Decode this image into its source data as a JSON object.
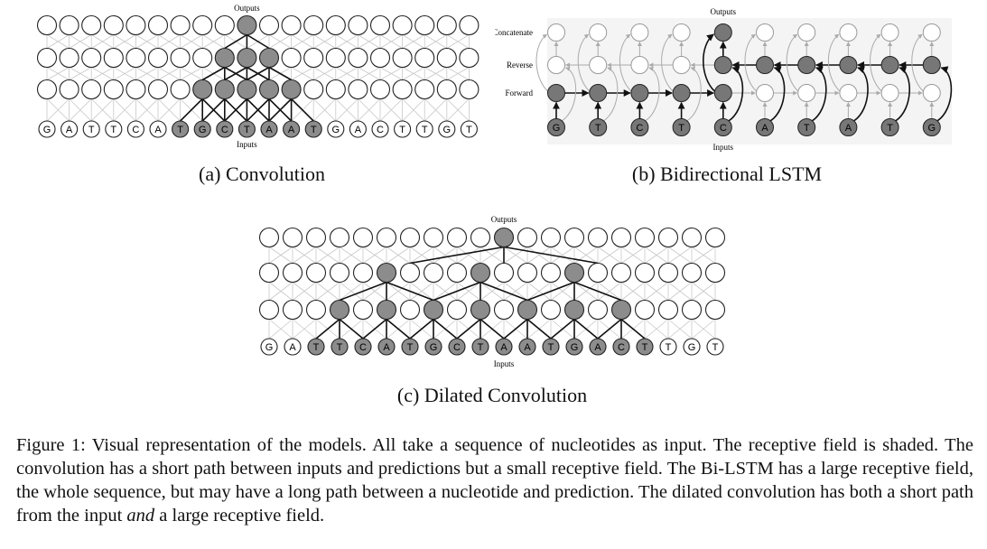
{
  "panel_a": {
    "caption": "(a) Convolution",
    "outputs_label": "Outputs",
    "inputs_label": "Inputs",
    "sequence": [
      "G",
      "A",
      "T",
      "T",
      "C",
      "A",
      "T",
      "G",
      "C",
      "T",
      "A",
      "A",
      "T",
      "G",
      "A",
      "C",
      "T",
      "T",
      "G",
      "T"
    ],
    "shaded_inputs": [
      6,
      7,
      8,
      9,
      10,
      11,
      12
    ]
  },
  "panel_b": {
    "caption": "(b) Bidirectional LSTM",
    "outputs_label": "Outputs",
    "inputs_label": "Inputs",
    "row_labels": [
      "Concatenate",
      "Reverse",
      "Forward"
    ],
    "sequence": [
      "G",
      "T",
      "C",
      "T",
      "C",
      "A",
      "T",
      "A",
      "T",
      "G"
    ]
  },
  "panel_c": {
    "caption": "(c) Dilated Convolution",
    "outputs_label": "Outputs",
    "inputs_label": "Inputs",
    "sequence": [
      "G",
      "A",
      "T",
      "T",
      "C",
      "A",
      "T",
      "G",
      "C",
      "T",
      "A",
      "A",
      "T",
      "G",
      "A",
      "C",
      "T",
      "T",
      "G",
      "T"
    ],
    "shaded_inputs": [
      2,
      3,
      4,
      5,
      6,
      7,
      8,
      9,
      10,
      11,
      12,
      13,
      14,
      15,
      16
    ]
  },
  "figure_caption": {
    "prefix": "Figure 1: Visual representation of the models. All take a sequence of nucleotides as input. The receptive field is shaded. The convolution has a short path between inputs and predictions but a small receptive field. The Bi-LSTM has a large receptive field, the whole sequence, but may have a long path between a nucleotide and prediction. The dilated convolution has both a short path from the input ",
    "emphasis": "and",
    "suffix": " a large receptive field."
  }
}
